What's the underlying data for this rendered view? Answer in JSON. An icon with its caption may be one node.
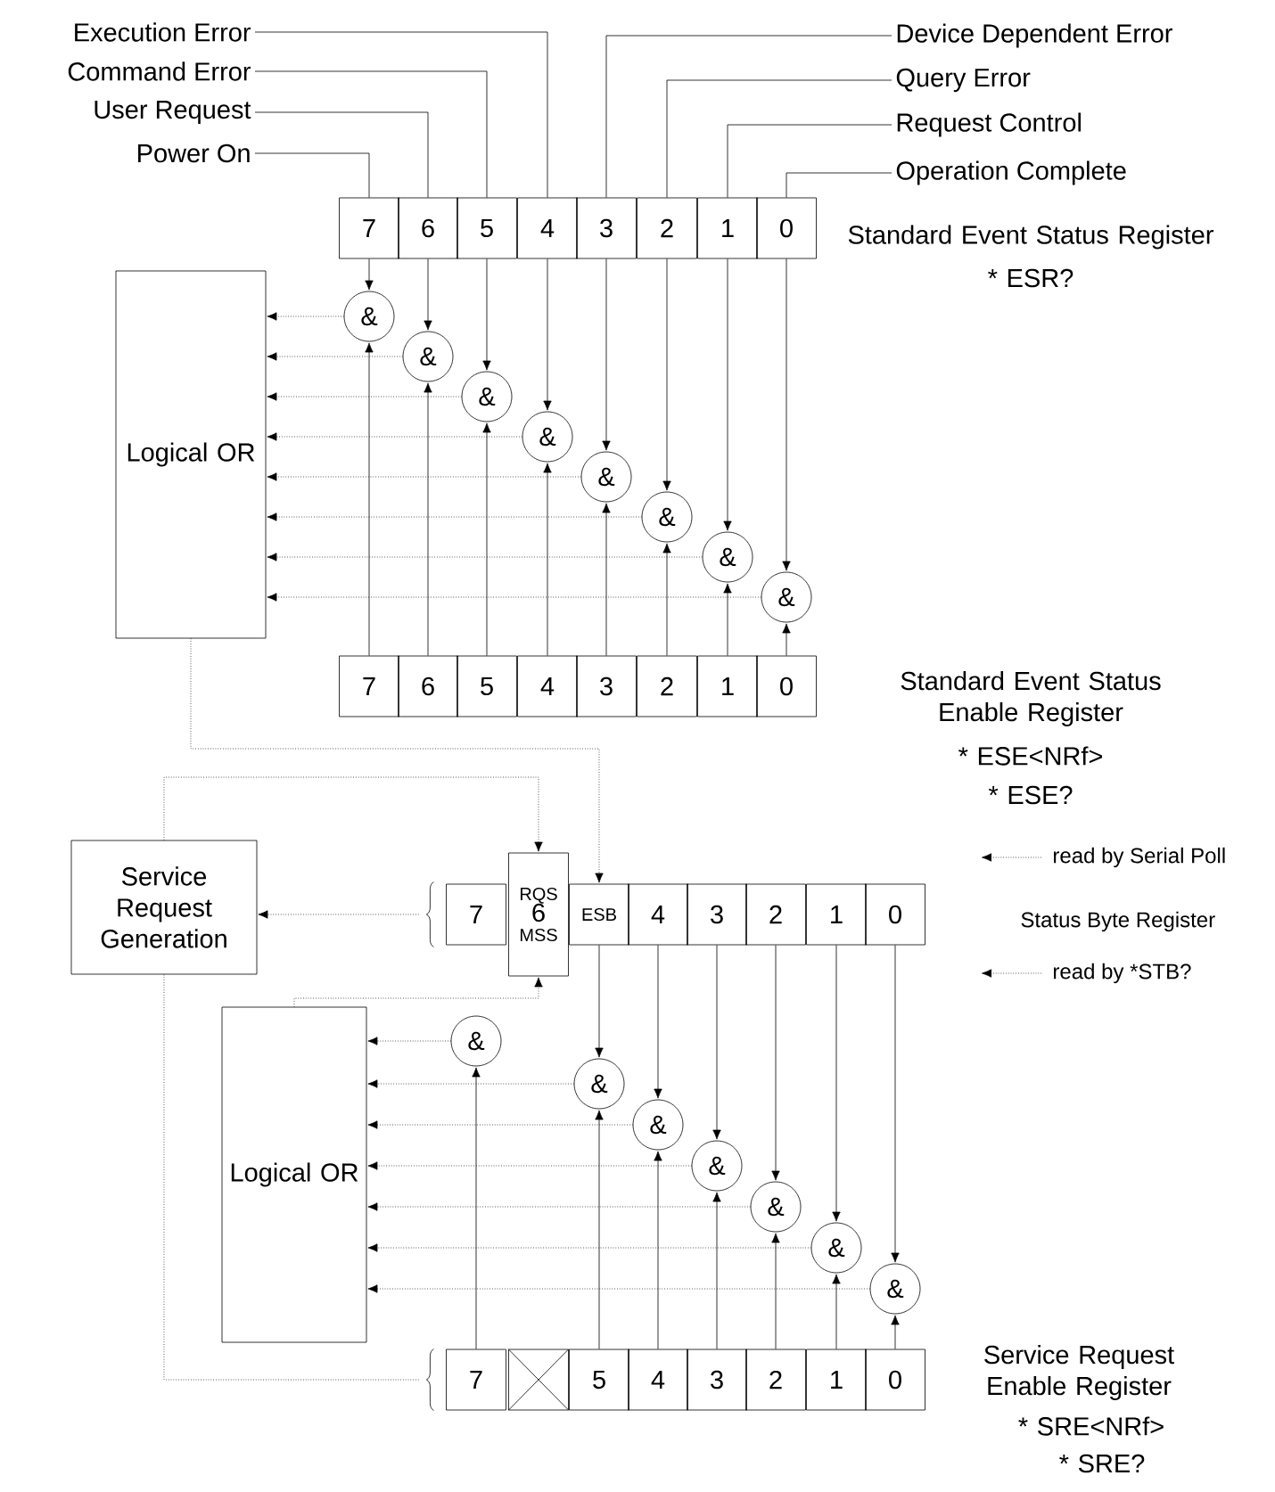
{
  "diagram": {
    "nodes": [
      {
        "text": [
          "Execution Error"
        ]
      },
      {
        "text": [
          "Command Error"
        ]
      },
      {
        "text": [
          "User Request"
        ]
      },
      {
        "text": [
          "Power On"
        ]
      },
      {
        "text": [
          "Device Dependent Error"
        ]
      },
      {
        "text": [
          "Query Error"
        ]
      },
      {
        "text": [
          "Request Control"
        ]
      },
      {
        "text": [
          "Operation Complete"
        ]
      },
      {
        "text": [
          "7"
        ]
      },
      {
        "text": [
          "6"
        ]
      },
      {
        "text": [
          "5"
        ]
      },
      {
        "text": [
          "4"
        ]
      },
      {
        "text": [
          "3"
        ]
      },
      {
        "text": [
          "2"
        ]
      },
      {
        "text": [
          "1"
        ]
      },
      {
        "text": [
          "0"
        ]
      },
      {
        "text": [
          "&"
        ]
      },
      {
        "text": [
          "&"
        ]
      },
      {
        "text": [
          "&"
        ]
      },
      {
        "text": [
          "&"
        ]
      },
      {
        "text": [
          "&"
        ]
      },
      {
        "text": [
          "&"
        ]
      },
      {
        "text": [
          "&"
        ]
      },
      {
        "text": [
          "&"
        ]
      },
      {
        "text": [
          "Logical OR"
        ]
      },
      {
        "text": [
          "7"
        ]
      },
      {
        "text": [
          "6"
        ]
      },
      {
        "text": [
          "5"
        ]
      },
      {
        "text": [
          "4"
        ]
      },
      {
        "text": [
          "3"
        ]
      },
      {
        "text": [
          "2"
        ]
      },
      {
        "text": [
          "1"
        ]
      },
      {
        "text": [
          "0"
        ]
      },
      {
        "text": [
          "Service Request Generation"
        ]
      },
      {
        "text": [],
        "shape": "brace"
      },
      {
        "text": [
          "7"
        ]
      },
      {
        "text": [
          "RQS",
          "6",
          "MSS"
        ]
      },
      {
        "text": [
          "ESB"
        ]
      },
      {
        "text": [
          "4"
        ]
      },
      {
        "text": [
          "3"
        ]
      },
      {
        "text": [
          "2"
        ]
      },
      {
        "text": [
          "1"
        ]
      },
      {
        "text": [
          "0"
        ]
      },
      {
        "text": [
          "Logical OR"
        ]
      },
      {
        "text": [
          "&"
        ]
      },
      {
        "text": [
          "&"
        ]
      },
      {
        "text": [
          "&"
        ]
      },
      {
        "text": [
          "&"
        ]
      },
      {
        "text": [
          "&"
        ]
      },
      {
        "text": [
          "&"
        ]
      },
      {
        "text": [
          "&"
        ]
      },
      {
        "text": [],
        "shape": "brace"
      },
      {
        "text": [
          "7"
        ]
      },
      {
        "text": [],
        "shape": "box"
      },
      {
        "text": [
          "5"
        ]
      },
      {
        "text": [
          "4"
        ]
      },
      {
        "text": [
          "3"
        ]
      },
      {
        "text": [
          "2"
        ]
      },
      {
        "text": [
          "1"
        ]
      },
      {
        "text": [
          "0"
        ]
      }
    ],
    "edges": [
      {
        "from": 0,
        "to": 11,
        "arrow": "none"
      },
      {
        "from": 1,
        "to": 10,
        "arrow": "none"
      },
      {
        "from": 2,
        "to": 9,
        "arrow": "none"
      },
      {
        "from": 3,
        "to": 8,
        "arrow": "none"
      },
      {
        "from": 4,
        "to": 12,
        "arrow": "none"
      },
      {
        "from": 5,
        "to": 13,
        "arrow": "none"
      },
      {
        "from": 6,
        "to": 14,
        "arrow": "none"
      },
      {
        "from": 7,
        "to": 15,
        "arrow": "none"
      },
      {
        "from": 8,
        "to": 16,
        "arrow": "to"
      },
      {
        "from": 9,
        "to": 17,
        "arrow": "to"
      },
      {
        "from": 10,
        "to": 18,
        "arrow": "to"
      },
      {
        "from": 11,
        "to": 19,
        "arrow": "to"
      },
      {
        "from": 12,
        "to": 20,
        "arrow": "to"
      },
      {
        "from": 13,
        "to": 21,
        "arrow": "to"
      },
      {
        "from": 14,
        "to": 22,
        "arrow": "to"
      },
      {
        "from": 15,
        "to": 23,
        "arrow": "to"
      },
      {
        "from": 25,
        "to": 16,
        "arrow": "to"
      },
      {
        "from": 26,
        "to": 17,
        "arrow": "to"
      },
      {
        "from": 27,
        "to": 18,
        "arrow": "to"
      },
      {
        "from": 28,
        "to": 19,
        "arrow": "to"
      },
      {
        "from": 29,
        "to": 20,
        "arrow": "to"
      },
      {
        "from": 30,
        "to": 21,
        "arrow": "to"
      },
      {
        "from": 31,
        "to": 22,
        "arrow": "to"
      },
      {
        "from": 32,
        "to": 23,
        "arrow": "to"
      },
      {
        "from": 16,
        "to": 24,
        "arrow": "to",
        "style": "dashed"
      },
      {
        "from": 17,
        "to": 24,
        "arrow": "to",
        "style": "dashed"
      },
      {
        "from": 18,
        "to": 24,
        "arrow": "to",
        "style": "dashed"
      },
      {
        "from": 19,
        "to": 24,
        "arrow": "to",
        "style": "dashed"
      },
      {
        "from": 20,
        "to": 24,
        "arrow": "to",
        "style": "dashed"
      },
      {
        "from": 21,
        "to": 24,
        "arrow": "to",
        "style": "dashed"
      },
      {
        "from": 22,
        "to": 24,
        "arrow": "to",
        "style": "dashed"
      },
      {
        "from": 23,
        "to": 24,
        "arrow": "to",
        "style": "dashed"
      },
      {
        "from": 24,
        "to": 37,
        "arrow": "to",
        "style": "dashed"
      },
      {
        "from": 33,
        "to": 36,
        "arrow": "to",
        "style": "dashed"
      },
      {
        "from": 34,
        "to": 33,
        "arrow": "to",
        "style": "dashed"
      },
      {
        "from": 37,
        "to": 45,
        "arrow": "to"
      },
      {
        "from": 38,
        "to": 46,
        "arrow": "to"
      },
      {
        "from": 39,
        "to": 47,
        "arrow": "to"
      },
      {
        "from": 40,
        "to": 48,
        "arrow": "to"
      },
      {
        "from": 41,
        "to": 49,
        "arrow": "to"
      },
      {
        "from": 42,
        "to": 50,
        "arrow": "to"
      },
      {
        "from": 52,
        "to": 44,
        "arrow": "to"
      },
      {
        "from": 54,
        "to": 45,
        "arrow": "to"
      },
      {
        "from": 55,
        "to": 46,
        "arrow": "to"
      },
      {
        "from": 56,
        "to": 47,
        "arrow": "to"
      },
      {
        "from": 57,
        "to": 48,
        "arrow": "to"
      },
      {
        "from": 58,
        "to": 49,
        "arrow": "to"
      },
      {
        "from": 59,
        "to": 50,
        "arrow": "to"
      },
      {
        "from": 44,
        "to": 43,
        "arrow": "to",
        "style": "dashed"
      },
      {
        "from": 45,
        "to": 43,
        "arrow": "to",
        "style": "dashed"
      },
      {
        "from": 46,
        "to": 43,
        "arrow": "to",
        "style": "dashed"
      },
      {
        "from": 47,
        "to": 43,
        "arrow": "to",
        "style": "dashed"
      },
      {
        "from": 48,
        "to": 43,
        "arrow": "to",
        "style": "dashed"
      },
      {
        "from": 49,
        "to": 43,
        "arrow": "to",
        "style": "dashed"
      },
      {
        "from": 50,
        "to": 43,
        "arrow": "to",
        "style": "dashed"
      },
      {
        "from": 43,
        "to": 36,
        "arrow": "to",
        "style": "dashed"
      },
      {
        "from": 51,
        "to": 33,
        "arrow": "none",
        "style": "dashed"
      }
    ],
    "labels": [
      "Standard Event Status Register",
      "* ESR?",
      "Standard Event Status Enable Register",
      "* ESE<NRf>",
      "* ESE?",
      "read by Serial Poll",
      "Status Byte Register",
      "read by *STB?",
      "Service Request Enable Register",
      "* SRE<NRf>",
      "* SRE?"
    ]
  }
}
